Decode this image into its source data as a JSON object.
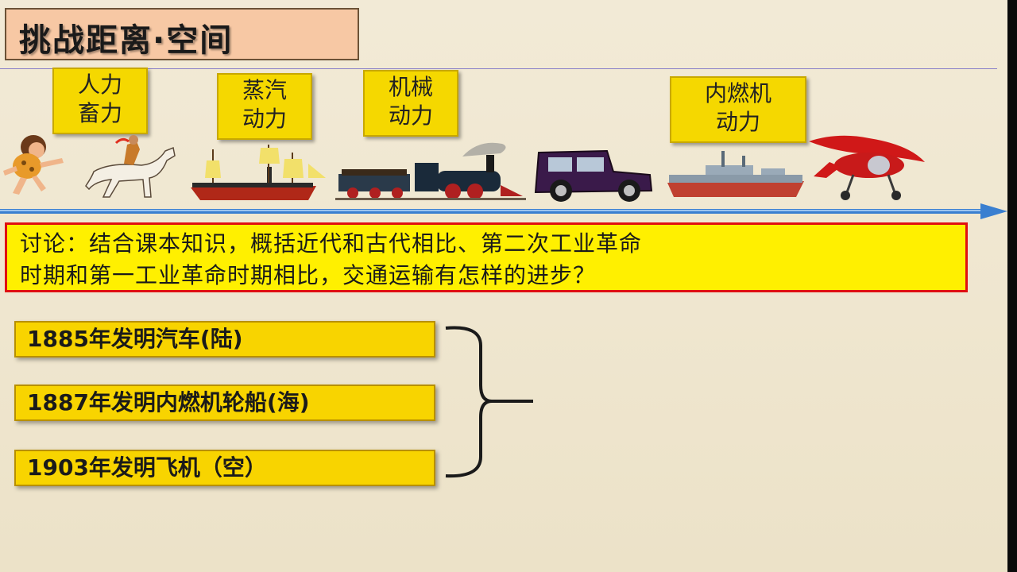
{
  "title": "挑战距离·空间",
  "labels": [
    {
      "line1": "人力",
      "line2": "畜力"
    },
    {
      "line1": "蒸汽",
      "line2": "动力"
    },
    {
      "line1": "机械",
      "line2": "动力"
    },
    {
      "line1": "内燃机",
      "line2": "动力"
    }
  ],
  "discussion": {
    "line1": "讨论：结合课本知识，概括近代和古代相比、第二次工业革命",
    "line2": "时期和第一工业革命时期相比，交通运输有怎样的进步？"
  },
  "facts": [
    "1885年发明汽车(陆)",
    "1887年发明内燃机轮船(海)",
    "1903年发明飞机（空）"
  ],
  "colors": {
    "label_fill": "#f5d800",
    "discussion_fill": "#fff000",
    "discussion_border": "#e01010",
    "timeline": "#3a7fd0"
  }
}
